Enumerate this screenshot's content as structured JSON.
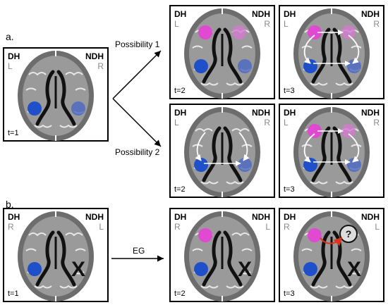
{
  "figure": {
    "section_a": "a.",
    "section_b": "b.",
    "possibility_1": "Possibility 1",
    "possibility_2": "Possibility 2",
    "eg_label": "EG",
    "question_mark": "?"
  },
  "colors": {
    "blue": "#1f4fc9",
    "blue_faded": "#4a66c4",
    "pink": "#e04ad0",
    "pink_faded": "#d47bd0",
    "brain_outer": "#6d6d6d",
    "brain_inner": "#9a9a9a",
    "ventricle": "#111111",
    "arrow_red": "#e0321e"
  },
  "panels": {
    "a1": {
      "dh": "DH",
      "dh_side": "L",
      "ndh": "NDH",
      "ndh_side": "R",
      "time": "t=1"
    },
    "a2": {
      "dh": "DH",
      "dh_side": "L",
      "ndh": "NDH",
      "ndh_side": "R",
      "time": "t=2"
    },
    "a3": {
      "dh": "DH",
      "dh_side": "L",
      "ndh": "NDH",
      "ndh_side": "R",
      "time": "t=3"
    },
    "a4": {
      "dh": "DH",
      "dh_side": "L",
      "ndh": "NDH",
      "ndh_side": "R",
      "time": "t=2"
    },
    "a5": {
      "dh": "DH",
      "dh_side": "L",
      "ndh": "NDH",
      "ndh_side": "R",
      "time": "t=3"
    },
    "b1": {
      "dh": "DH",
      "dh_side": "R",
      "ndh": "NDH",
      "ndh_side": "L",
      "time": "t=1",
      "lesion": "X"
    },
    "b2": {
      "dh": "DH",
      "dh_side": "R",
      "ndh": "NDH",
      "ndh_side": "L",
      "time": "t=2",
      "lesion": "X"
    },
    "b3": {
      "dh": "DH",
      "dh_side": "R",
      "ndh": "NDH",
      "ndh_side": "L",
      "time": "t=3",
      "lesion": "X"
    }
  }
}
